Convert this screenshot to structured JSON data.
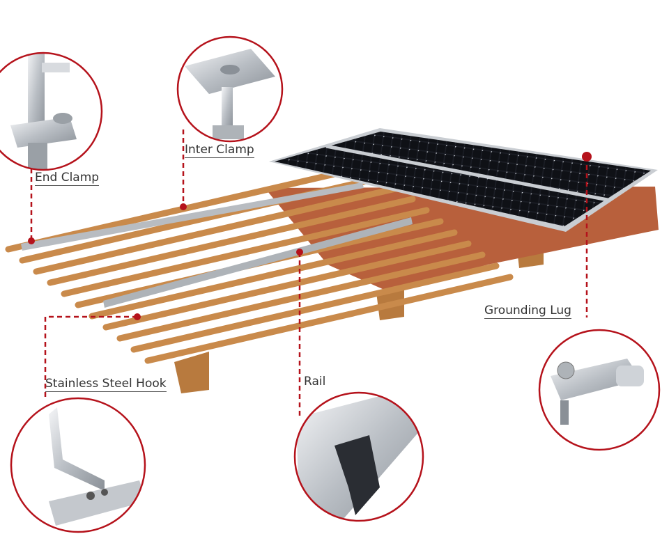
{
  "colors": {
    "callout_red": "#b5121b",
    "batten_wood": "#c98a4b",
    "tile_terracotta": "#b8603c",
    "panel_cell": "#14161c",
    "frame_silver": "#c9cdd2"
  },
  "labels": {
    "end_clamp": "End Clamp",
    "inter_clamp": "Inter Clamp",
    "grounding_lug": "Grounding Lug",
    "stainless_steel_hook": "Stainless Steel Hook",
    "rail": "Rail"
  }
}
